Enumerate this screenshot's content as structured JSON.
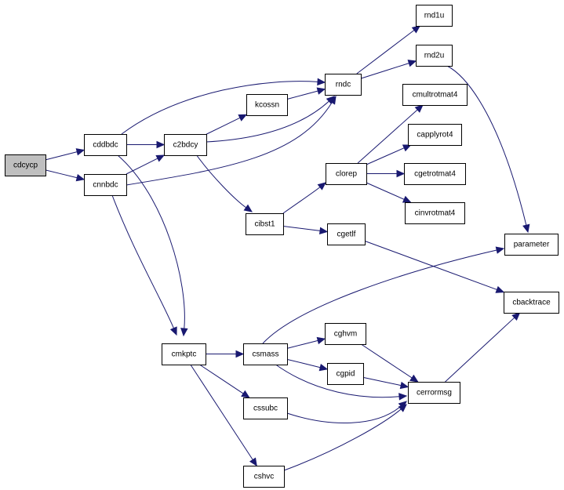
{
  "graph": {
    "edge_color": "#191970",
    "root_fill": "#bfbfbf",
    "nodes": [
      {
        "id": "cdcycp",
        "label": "cdcycp",
        "root": true
      },
      {
        "id": "cddbdc",
        "label": "cddbdc"
      },
      {
        "id": "cnnbdc",
        "label": "cnnbdc"
      },
      {
        "id": "c2bdcy",
        "label": "c2bdcy"
      },
      {
        "id": "kcossn",
        "label": "kcossn"
      },
      {
        "id": "rndc",
        "label": "rndc"
      },
      {
        "id": "rnd1u",
        "label": "rnd1u"
      },
      {
        "id": "rnd2u",
        "label": "rnd2u"
      },
      {
        "id": "cmultrotmat4",
        "label": "cmultrotmat4"
      },
      {
        "id": "capplyrot4",
        "label": "capplyrot4"
      },
      {
        "id": "clorep",
        "label": "clorep"
      },
      {
        "id": "cgetrotmat4",
        "label": "cgetrotmat4"
      },
      {
        "id": "cinvrotmat4",
        "label": "cinvrotmat4"
      },
      {
        "id": "cibst1",
        "label": "cibst1"
      },
      {
        "id": "cgetlf",
        "label": "cgetlf"
      },
      {
        "id": "parameter",
        "label": "parameter"
      },
      {
        "id": "cbacktrace",
        "label": "cbacktrace"
      },
      {
        "id": "cmkptc",
        "label": "cmkptc"
      },
      {
        "id": "csmass",
        "label": "csmass"
      },
      {
        "id": "cghvm",
        "label": "cghvm"
      },
      {
        "id": "cgpid",
        "label": "cgpid"
      },
      {
        "id": "cerrormsg",
        "label": "cerrormsg"
      },
      {
        "id": "cssubc",
        "label": "cssubc"
      },
      {
        "id": "cshvc",
        "label": "cshvc"
      }
    ],
    "edges": [
      [
        "cdcycp",
        "cddbdc"
      ],
      [
        "cdcycp",
        "cnnbdc"
      ],
      [
        "cddbdc",
        "c2bdcy"
      ],
      [
        "cddbdc",
        "rndc"
      ],
      [
        "cddbdc",
        "cmkptc"
      ],
      [
        "cnnbdc",
        "c2bdcy"
      ],
      [
        "cnnbdc",
        "rndc"
      ],
      [
        "cnnbdc",
        "cmkptc"
      ],
      [
        "c2bdcy",
        "kcossn"
      ],
      [
        "c2bdcy",
        "rndc"
      ],
      [
        "c2bdcy",
        "cibst1"
      ],
      [
        "kcossn",
        "rndc"
      ],
      [
        "rndc",
        "rnd1u"
      ],
      [
        "rndc",
        "rnd2u"
      ],
      [
        "rnd2u",
        "parameter"
      ],
      [
        "cibst1",
        "clorep"
      ],
      [
        "cibst1",
        "cgetlf"
      ],
      [
        "clorep",
        "cmultrotmat4"
      ],
      [
        "clorep",
        "capplyrot4"
      ],
      [
        "clorep",
        "cgetrotmat4"
      ],
      [
        "clorep",
        "cinvrotmat4"
      ],
      [
        "cgetlf",
        "cbacktrace"
      ],
      [
        "cmkptc",
        "csmass"
      ],
      [
        "cmkptc",
        "cssubc"
      ],
      [
        "cmkptc",
        "cshvc"
      ],
      [
        "csmass",
        "parameter"
      ],
      [
        "csmass",
        "cghvm"
      ],
      [
        "csmass",
        "cgpid"
      ],
      [
        "csmass",
        "cerrormsg"
      ],
      [
        "cghvm",
        "cerrormsg"
      ],
      [
        "cgpid",
        "cerrormsg"
      ],
      [
        "cssubc",
        "cerrormsg"
      ],
      [
        "cshvc",
        "cerrormsg"
      ],
      [
        "cerrormsg",
        "cbacktrace"
      ]
    ]
  }
}
